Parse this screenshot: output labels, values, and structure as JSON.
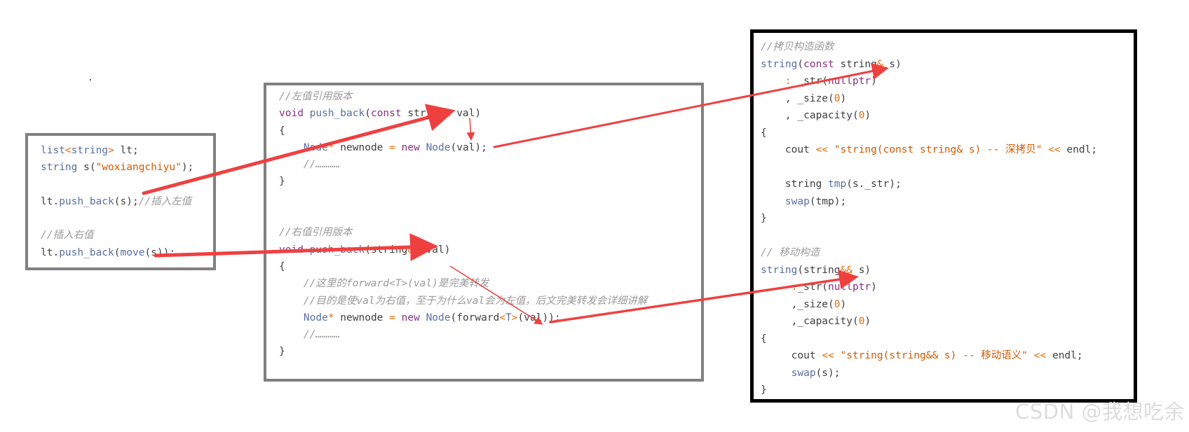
{
  "colors": {
    "arrow": "#ef4040",
    "frame_gray": "#808080",
    "frame_black": "#000000",
    "comment": "#9a9a9a",
    "keyword": "#8a2f87",
    "string": "#d45a00"
  },
  "panels": {
    "left": {
      "lines": [
        [
          {
            "t": "list",
            "c": "ty"
          },
          {
            "t": "<",
            "c": "op"
          },
          {
            "t": "string",
            "c": "ty"
          },
          {
            "t": ">",
            "c": "op"
          },
          {
            "t": " lt;",
            "c": "pl"
          }
        ],
        [
          {
            "t": "string",
            "c": "ty"
          },
          {
            "t": " s(",
            "c": "pl"
          },
          {
            "t": "\"woxiangchiyu\"",
            "c": "st"
          },
          {
            "t": ");",
            "c": "pl"
          }
        ],
        [],
        [
          {
            "t": "lt.",
            "c": "pl"
          },
          {
            "t": "push_back",
            "c": "fn"
          },
          {
            "t": "(s);",
            "c": "pl"
          },
          {
            "t": "//插入左值",
            "c": "c"
          }
        ],
        [],
        [
          {
            "t": "//插入右值",
            "c": "c"
          }
        ],
        [
          {
            "t": "lt.",
            "c": "pl"
          },
          {
            "t": "push_back",
            "c": "fn"
          },
          {
            "t": "(",
            "c": "pl"
          },
          {
            "t": "move",
            "c": "fn"
          },
          {
            "t": "(s));",
            "c": "pl"
          }
        ]
      ]
    },
    "middle": {
      "lines": [
        [
          {
            "t": "//左值引用版本",
            "c": "c"
          }
        ],
        [
          {
            "t": "void",
            "c": "kw"
          },
          {
            "t": " ",
            "c": "pl"
          },
          {
            "t": "push_back",
            "c": "fn"
          },
          {
            "t": "(",
            "c": "pl"
          },
          {
            "t": "const",
            "c": "kw"
          },
          {
            "t": " string",
            "c": "pl"
          },
          {
            "t": "&",
            "c": "op"
          },
          {
            "t": " val)",
            "c": "pl"
          }
        ],
        [
          {
            "t": "{",
            "c": "pl"
          }
        ],
        [
          {
            "t": "    ",
            "c": "pl"
          },
          {
            "t": "Node",
            "c": "ty"
          },
          {
            "t": "*",
            "c": "op"
          },
          {
            "t": " newnode ",
            "c": "pl"
          },
          {
            "t": "=",
            "c": "op"
          },
          {
            "t": " ",
            "c": "pl"
          },
          {
            "t": "new",
            "c": "kw"
          },
          {
            "t": " ",
            "c": "pl"
          },
          {
            "t": "Node",
            "c": "ty"
          },
          {
            "t": "(val);",
            "c": "pl"
          }
        ],
        [
          {
            "t": "    //…………",
            "c": "c"
          }
        ],
        [
          {
            "t": "}",
            "c": "pl"
          }
        ],
        [],
        [],
        [
          {
            "t": "//右值引用版本",
            "c": "c"
          }
        ],
        [
          {
            "t": "void",
            "c": "kw"
          },
          {
            "t": " ",
            "c": "pl"
          },
          {
            "t": "push_back",
            "c": "fn"
          },
          {
            "t": "(string",
            "c": "pl"
          },
          {
            "t": "&&",
            "c": "op"
          },
          {
            "t": " val)",
            "c": "pl"
          }
        ],
        [
          {
            "t": "{",
            "c": "pl"
          }
        ],
        [
          {
            "t": "    //这里的forward<T>(val)是完美转发",
            "c": "c"
          }
        ],
        [
          {
            "t": "    //目的是使val为右值，至于为什么val会为左值，后文完美转发会详细讲解",
            "c": "c"
          }
        ],
        [
          {
            "t": "    ",
            "c": "pl"
          },
          {
            "t": "Node",
            "c": "ty"
          },
          {
            "t": "*",
            "c": "op"
          },
          {
            "t": " newnode ",
            "c": "pl"
          },
          {
            "t": "=",
            "c": "op"
          },
          {
            "t": " ",
            "c": "pl"
          },
          {
            "t": "new",
            "c": "kw"
          },
          {
            "t": " ",
            "c": "pl"
          },
          {
            "t": "Node",
            "c": "ty"
          },
          {
            "t": "(forward",
            "c": "pl"
          },
          {
            "t": "<",
            "c": "op"
          },
          {
            "t": "T",
            "c": "ty"
          },
          {
            "t": ">",
            "c": "op"
          },
          {
            "t": "(val));",
            "c": "pl"
          }
        ],
        [
          {
            "t": "    //…………",
            "c": "c"
          }
        ],
        [
          {
            "t": "}",
            "c": "pl"
          }
        ]
      ]
    },
    "right": {
      "lines": [
        [
          {
            "t": "//拷贝构造函数",
            "c": "c"
          }
        ],
        [
          {
            "t": "string",
            "c": "ty"
          },
          {
            "t": "(",
            "c": "pl"
          },
          {
            "t": "const",
            "c": "kw"
          },
          {
            "t": " string",
            "c": "pl"
          },
          {
            "t": "&",
            "c": "op"
          },
          {
            "t": " s)",
            "c": "pl"
          }
        ],
        [
          {
            "t": "    ",
            "c": "pl"
          },
          {
            "t": ":",
            "c": "op"
          },
          {
            "t": " _str(",
            "c": "pl"
          },
          {
            "t": "nullptr",
            "c": "kw"
          },
          {
            "t": ")",
            "c": "pl"
          }
        ],
        [
          {
            "t": "    , _size(",
            "c": "pl"
          },
          {
            "t": "0",
            "c": "nm"
          },
          {
            "t": ")",
            "c": "pl"
          }
        ],
        [
          {
            "t": "    , _capacity(",
            "c": "pl"
          },
          {
            "t": "0",
            "c": "nm"
          },
          {
            "t": ")",
            "c": "pl"
          }
        ],
        [
          {
            "t": "{",
            "c": "pl"
          }
        ],
        [
          {
            "t": "    cout ",
            "c": "pl"
          },
          {
            "t": "<<",
            "c": "op"
          },
          {
            "t": " ",
            "c": "pl"
          },
          {
            "t": "\"string(const string& s) -- 深拷贝\"",
            "c": "st"
          },
          {
            "t": " ",
            "c": "pl"
          },
          {
            "t": "<<",
            "c": "op"
          },
          {
            "t": " endl;",
            "c": "pl"
          }
        ],
        [],
        [
          {
            "t": "    string ",
            "c": "pl"
          },
          {
            "t": "tmp",
            "c": "fn"
          },
          {
            "t": "(s._str);",
            "c": "pl"
          }
        ],
        [
          {
            "t": "    ",
            "c": "pl"
          },
          {
            "t": "swap",
            "c": "fn"
          },
          {
            "t": "(tmp);",
            "c": "pl"
          }
        ],
        [
          {
            "t": "}",
            "c": "pl"
          }
        ],
        [],
        [
          {
            "t": "// 移动构造",
            "c": "c"
          }
        ],
        [
          {
            "t": "string",
            "c": "ty"
          },
          {
            "t": "(string",
            "c": "pl"
          },
          {
            "t": "&&",
            "c": "op"
          },
          {
            "t": " s)",
            "c": "pl"
          }
        ],
        [
          {
            "t": "     ",
            "c": "pl"
          },
          {
            "t": ":",
            "c": "op"
          },
          {
            "t": "_str(",
            "c": "pl"
          },
          {
            "t": "nullptr",
            "c": "kw"
          },
          {
            "t": ")",
            "c": "pl"
          }
        ],
        [
          {
            "t": "     ,_size(",
            "c": "pl"
          },
          {
            "t": "0",
            "c": "nm"
          },
          {
            "t": ")",
            "c": "pl"
          }
        ],
        [
          {
            "t": "     ,_capacity(",
            "c": "pl"
          },
          {
            "t": "0",
            "c": "nm"
          },
          {
            "t": ")",
            "c": "pl"
          }
        ],
        [
          {
            "t": "{",
            "c": "pl"
          }
        ],
        [
          {
            "t": "     cout ",
            "c": "pl"
          },
          {
            "t": "<<",
            "c": "op"
          },
          {
            "t": " ",
            "c": "pl"
          },
          {
            "t": "\"string(string&& s) -- 移动语义\"",
            "c": "st"
          },
          {
            "t": " ",
            "c": "pl"
          },
          {
            "t": "<<",
            "c": "op"
          },
          {
            "t": " endl;",
            "c": "pl"
          }
        ],
        [
          {
            "t": "     ",
            "c": "pl"
          },
          {
            "t": "swap",
            "c": "fn"
          },
          {
            "t": "(s);",
            "c": "pl"
          }
        ],
        [
          {
            "t": "}",
            "c": "pl"
          }
        ]
      ]
    }
  },
  "watermark": "CSDN @我想吃余"
}
